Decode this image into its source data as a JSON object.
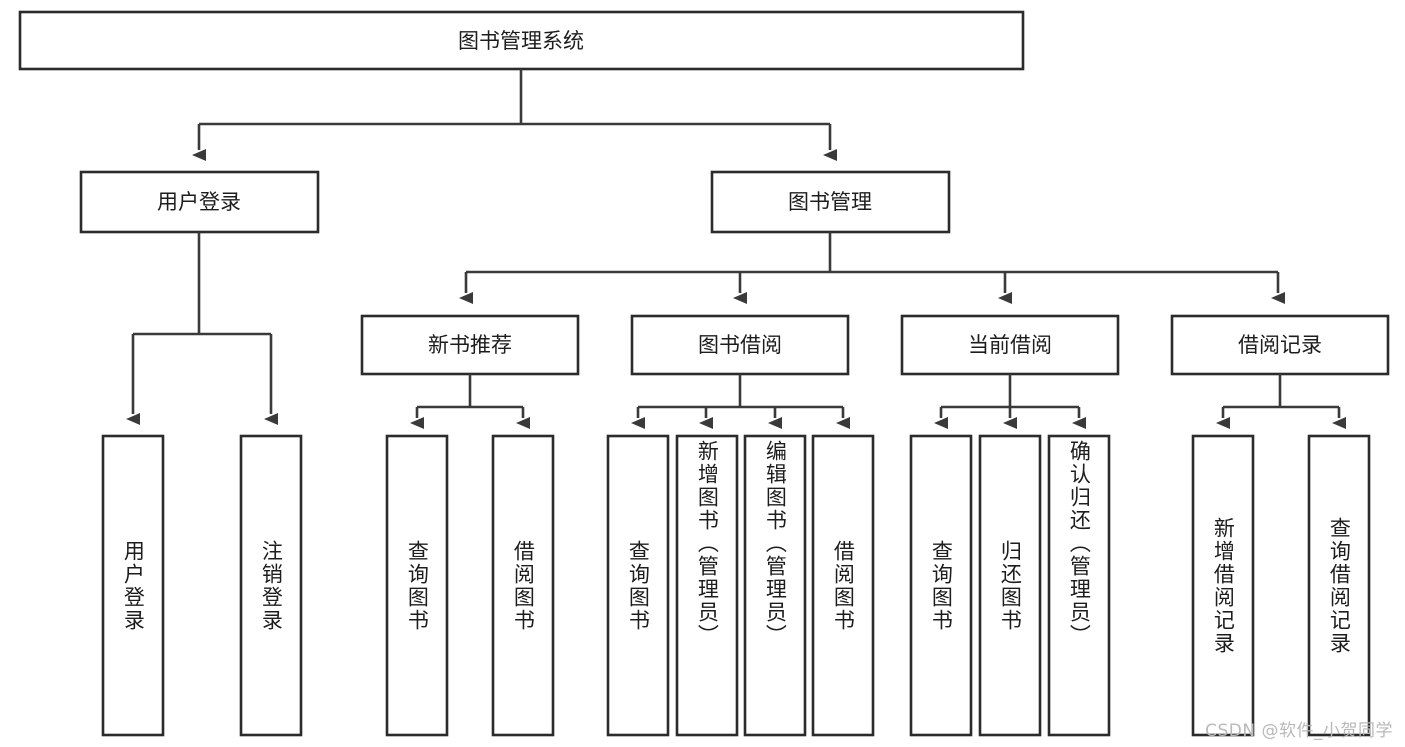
{
  "diagram": {
    "title": "图书管理系统",
    "type": "tree-hierarchy",
    "watermark": "CSDN @软件_小贺同学",
    "colors": {
      "box_stroke": "#2b2b2b",
      "connector": "#3a3a3a",
      "text": "#1d1d1d",
      "background": "#ffffff",
      "watermark": "#b9b9b9"
    },
    "root": {
      "label": "图书管理系统"
    },
    "level2": [
      {
        "label": "用户登录"
      },
      {
        "label": "图书管理"
      }
    ],
    "level3": [
      {
        "label": "新书推荐"
      },
      {
        "label": "图书借阅"
      },
      {
        "label": "当前借阅"
      },
      {
        "label": "借阅记录"
      }
    ],
    "leaves": {
      "user_login": [
        {
          "label": "用户登录"
        },
        {
          "label": "注销登录"
        }
      ],
      "new_book": [
        {
          "label": "查询图书"
        },
        {
          "label": "借阅图书"
        }
      ],
      "book_borrow": [
        {
          "label": "查询图书"
        },
        {
          "label": "新增图书（管理员）"
        },
        {
          "label": "编辑图书（管理员）"
        },
        {
          "label": "借阅图书"
        }
      ],
      "current_borrow": [
        {
          "label": "查询图书"
        },
        {
          "label": "归还图书"
        },
        {
          "label": "确认归还（管理员）"
        }
      ],
      "borrow_record": [
        {
          "label": "新增借阅记录"
        },
        {
          "label": "查询借阅记录"
        }
      ]
    }
  }
}
